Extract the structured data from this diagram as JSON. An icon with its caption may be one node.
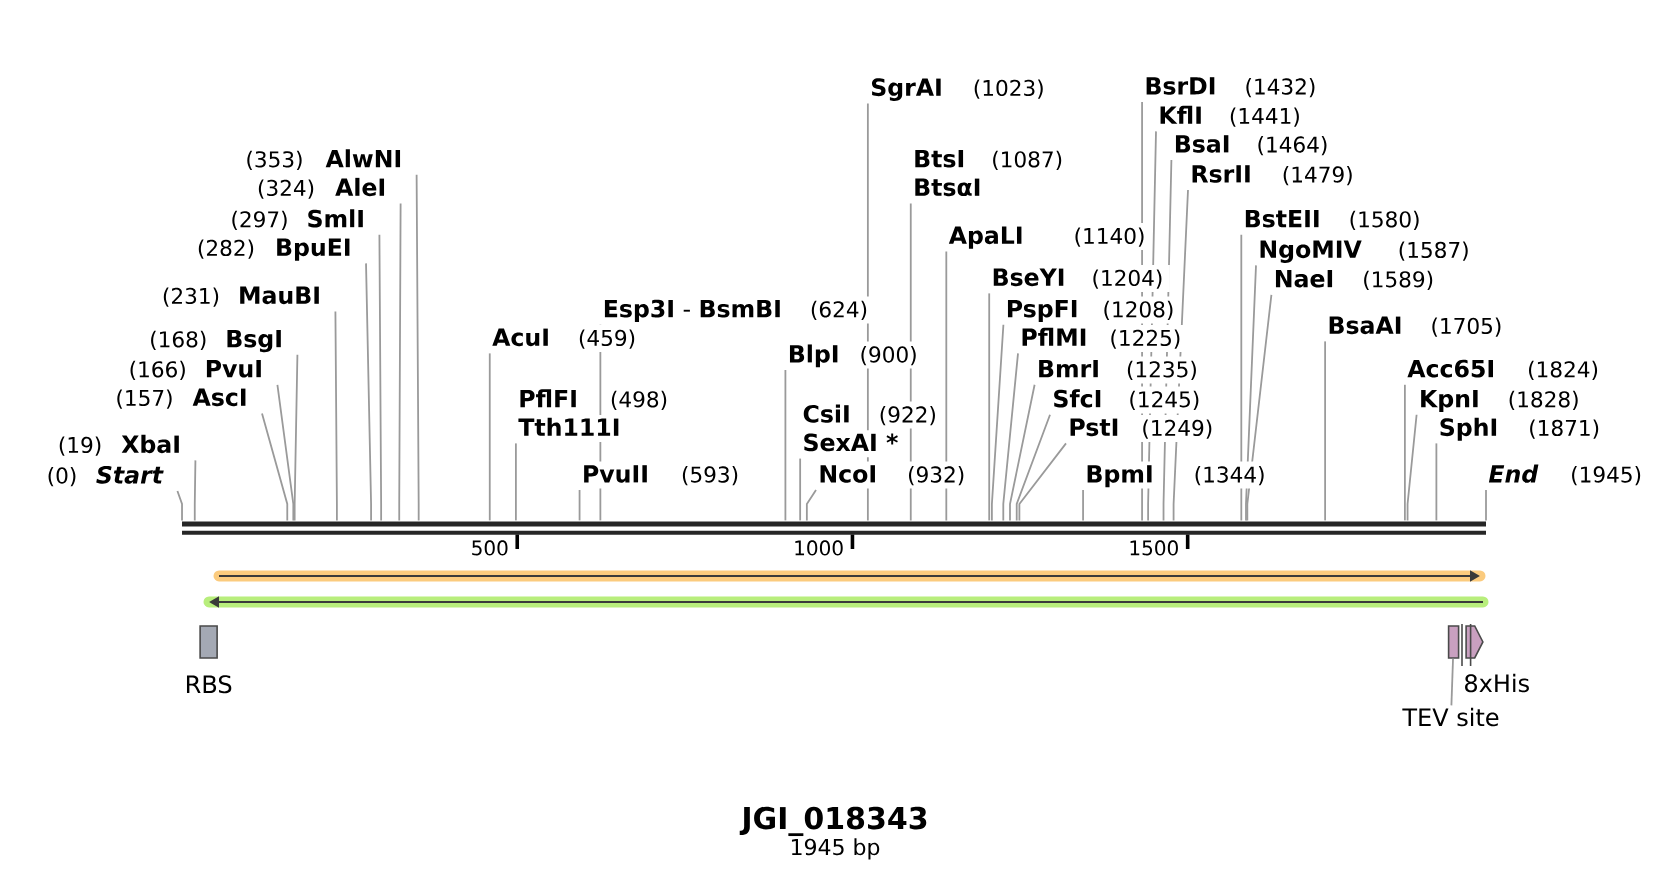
{
  "diagram": {
    "title": "JGI_018343",
    "caption": "1945 bp",
    "nodes": [
      {
        "text": [
          "(0)",
          "Start"
        ]
      },
      {
        "text": [
          "(19)",
          "XbaI"
        ]
      },
      {
        "text": [
          "(157)",
          "AscI"
        ]
      },
      {
        "text": [
          "(166)",
          "PvuI"
        ]
      },
      {
        "text": [
          "(168)",
          "BsgI"
        ]
      },
      {
        "text": [
          "(231)",
          "MauBI"
        ]
      },
      {
        "text": [
          "(282)",
          "BpuEI"
        ]
      },
      {
        "text": [
          "(297)",
          "SmlI"
        ]
      },
      {
        "text": [
          "(324)",
          "AleI"
        ]
      },
      {
        "text": [
          "(353)",
          "AlwNI"
        ]
      },
      {
        "text": [
          "AcuI",
          "(459)"
        ]
      },
      {
        "text": [
          "PflFI",
          "(498)",
          "Tth111I"
        ]
      },
      {
        "text": [
          "PvuII",
          "(593)"
        ]
      },
      {
        "text": [
          "**Esp3I** - **BsmBI**",
          "(624)"
        ]
      },
      {
        "text": [
          "BlpI",
          "(900)"
        ]
      },
      {
        "text": [
          "CsiI",
          "(922)",
          "SexAI *"
        ]
      },
      {
        "text": [
          "NcoI",
          "(932)"
        ]
      },
      {
        "text": [
          "SgrAI",
          "(1023)"
        ]
      },
      {
        "text": [
          "BtsI",
          "(1087)",
          "BtsαI"
        ]
      },
      {
        "text": [
          "ApaLI",
          "(1140)"
        ]
      },
      {
        "text": [
          "BseYI",
          "(1204)"
        ]
      },
      {
        "text": [
          "PspFI",
          "(1208)"
        ]
      },
      {
        "text": [
          "PflMI",
          "(1225)"
        ]
      },
      {
        "text": [
          "BmrI",
          "(1235)"
        ]
      },
      {
        "text": [
          "SfcI",
          "(1245)"
        ]
      },
      {
        "text": [
          "PstI",
          "(1249)"
        ]
      },
      {
        "text": [
          "BpmI",
          "(1344)"
        ]
      },
      {
        "text": [
          "BsrDI",
          "(1432)"
        ]
      },
      {
        "text": [
          "KflI",
          "(1441)"
        ]
      },
      {
        "text": [
          "BsaI",
          "(1464)"
        ]
      },
      {
        "text": [
          "RsrII",
          "(1479)"
        ]
      },
      {
        "text": [
          "BstEII",
          "(1580)"
        ]
      },
      {
        "text": [
          "NgoMIV",
          "(1587)"
        ]
      },
      {
        "text": [
          "NaeI",
          "(1589)"
        ]
      },
      {
        "text": [
          "BsaAI",
          "(1705)"
        ]
      },
      {
        "text": [
          "Acc65I",
          "(1824)"
        ]
      },
      {
        "text": [
          "KpnI",
          "(1828)"
        ]
      },
      {
        "text": [
          "SphI",
          "(1871)"
        ]
      },
      {
        "text": [
          "End",
          "(1945)"
        ]
      },
      {
        "text": [],
        "shape": "bar"
      },
      {
        "text": [],
        "shape": "arrow"
      },
      {
        "text": [],
        "shape": "arrow"
      },
      {
        "text": [
          "RBS"
        ]
      },
      {
        "text": [],
        "shape": "box"
      },
      {
        "text": [
          "8xHis"
        ]
      },
      {
        "text": [
          "TEV site"
        ]
      }
    ],
    "edges": [
      {
        "from": 0,
        "to": 39,
        "arrow": "none"
      },
      {
        "from": 1,
        "to": 39,
        "arrow": "none"
      },
      {
        "from": 2,
        "to": 39,
        "arrow": "none"
      },
      {
        "from": 3,
        "to": 39,
        "arrow": "none"
      },
      {
        "from": 4,
        "to": 39,
        "arrow": "none"
      },
      {
        "from": 5,
        "to": 39,
        "arrow": "none"
      },
      {
        "from": 6,
        "to": 39,
        "arrow": "none"
      },
      {
        "from": 7,
        "to": 39,
        "arrow": "none"
      },
      {
        "from": 8,
        "to": 39,
        "arrow": "none"
      },
      {
        "from": 9,
        "to": 39,
        "arrow": "none"
      },
      {
        "from": 10,
        "to": 39,
        "arrow": "none"
      },
      {
        "from": 11,
        "to": 39,
        "arrow": "none"
      },
      {
        "from": 12,
        "to": 39,
        "arrow": "none"
      },
      {
        "from": 13,
        "to": 39,
        "arrow": "none"
      },
      {
        "from": 14,
        "to": 39,
        "arrow": "none"
      },
      {
        "from": 15,
        "to": 39,
        "arrow": "none"
      },
      {
        "from": 16,
        "to": 39,
        "arrow": "none"
      },
      {
        "from": 17,
        "to": 39,
        "arrow": "none"
      },
      {
        "from": 18,
        "to": 39,
        "arrow": "none"
      },
      {
        "from": 19,
        "to": 39,
        "arrow": "none"
      },
      {
        "from": 20,
        "to": 39,
        "arrow": "none"
      },
      {
        "from": 21,
        "to": 39,
        "arrow": "none"
      },
      {
        "from": 22,
        "to": 39,
        "arrow": "none"
      },
      {
        "from": 23,
        "to": 39,
        "arrow": "none"
      },
      {
        "from": 24,
        "to": 39,
        "arrow": "none"
      },
      {
        "from": 25,
        "to": 39,
        "arrow": "none"
      },
      {
        "from": 26,
        "to": 39,
        "arrow": "none"
      },
      {
        "from": 27,
        "to": 39,
        "arrow": "none"
      },
      {
        "from": 28,
        "to": 39,
        "arrow": "none"
      },
      {
        "from": 29,
        "to": 39,
        "arrow": "none"
      },
      {
        "from": 30,
        "to": 39,
        "arrow": "none"
      },
      {
        "from": 31,
        "to": 39,
        "arrow": "none"
      },
      {
        "from": 32,
        "to": 39,
        "arrow": "none"
      },
      {
        "from": 33,
        "to": 39,
        "arrow": "none"
      },
      {
        "from": 34,
        "to": 39,
        "arrow": "none"
      },
      {
        "from": 35,
        "to": 39,
        "arrow": "none"
      },
      {
        "from": 36,
        "to": 39,
        "arrow": "none"
      },
      {
        "from": 37,
        "to": 39,
        "arrow": "none"
      },
      {
        "from": 38,
        "to": 39,
        "arrow": "none"
      },
      {
        "from": 45,
        "to": 43,
        "arrow": "none"
      }
    ],
    "labels": [
      "500",
      "1000",
      "1500"
    ]
  }
}
